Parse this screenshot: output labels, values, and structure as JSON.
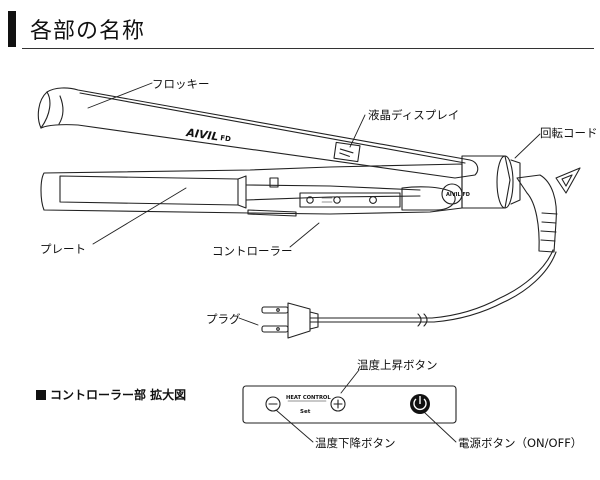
{
  "title": "各部の名称",
  "labels": {
    "flocky": "フロッキー",
    "lcd": "液晶ディスプレイ",
    "cord": "回転コード",
    "plate": "プレート",
    "controller": "コントローラー",
    "plug": "プラグ",
    "temp_up": "温度上昇ボタン",
    "temp_down": "温度下降ボタン",
    "power": "電源ボタン（ON/OFF）"
  },
  "section_title": "コントローラー部 拡大図",
  "device": {
    "brand": "AIVIL",
    "model": "FD",
    "badge": "AIVIL FD"
  },
  "panel": {
    "heat_control": "HEAT CONTROL",
    "set": "Set",
    "minus_symbol": "−",
    "plus_symbol": "+"
  }
}
